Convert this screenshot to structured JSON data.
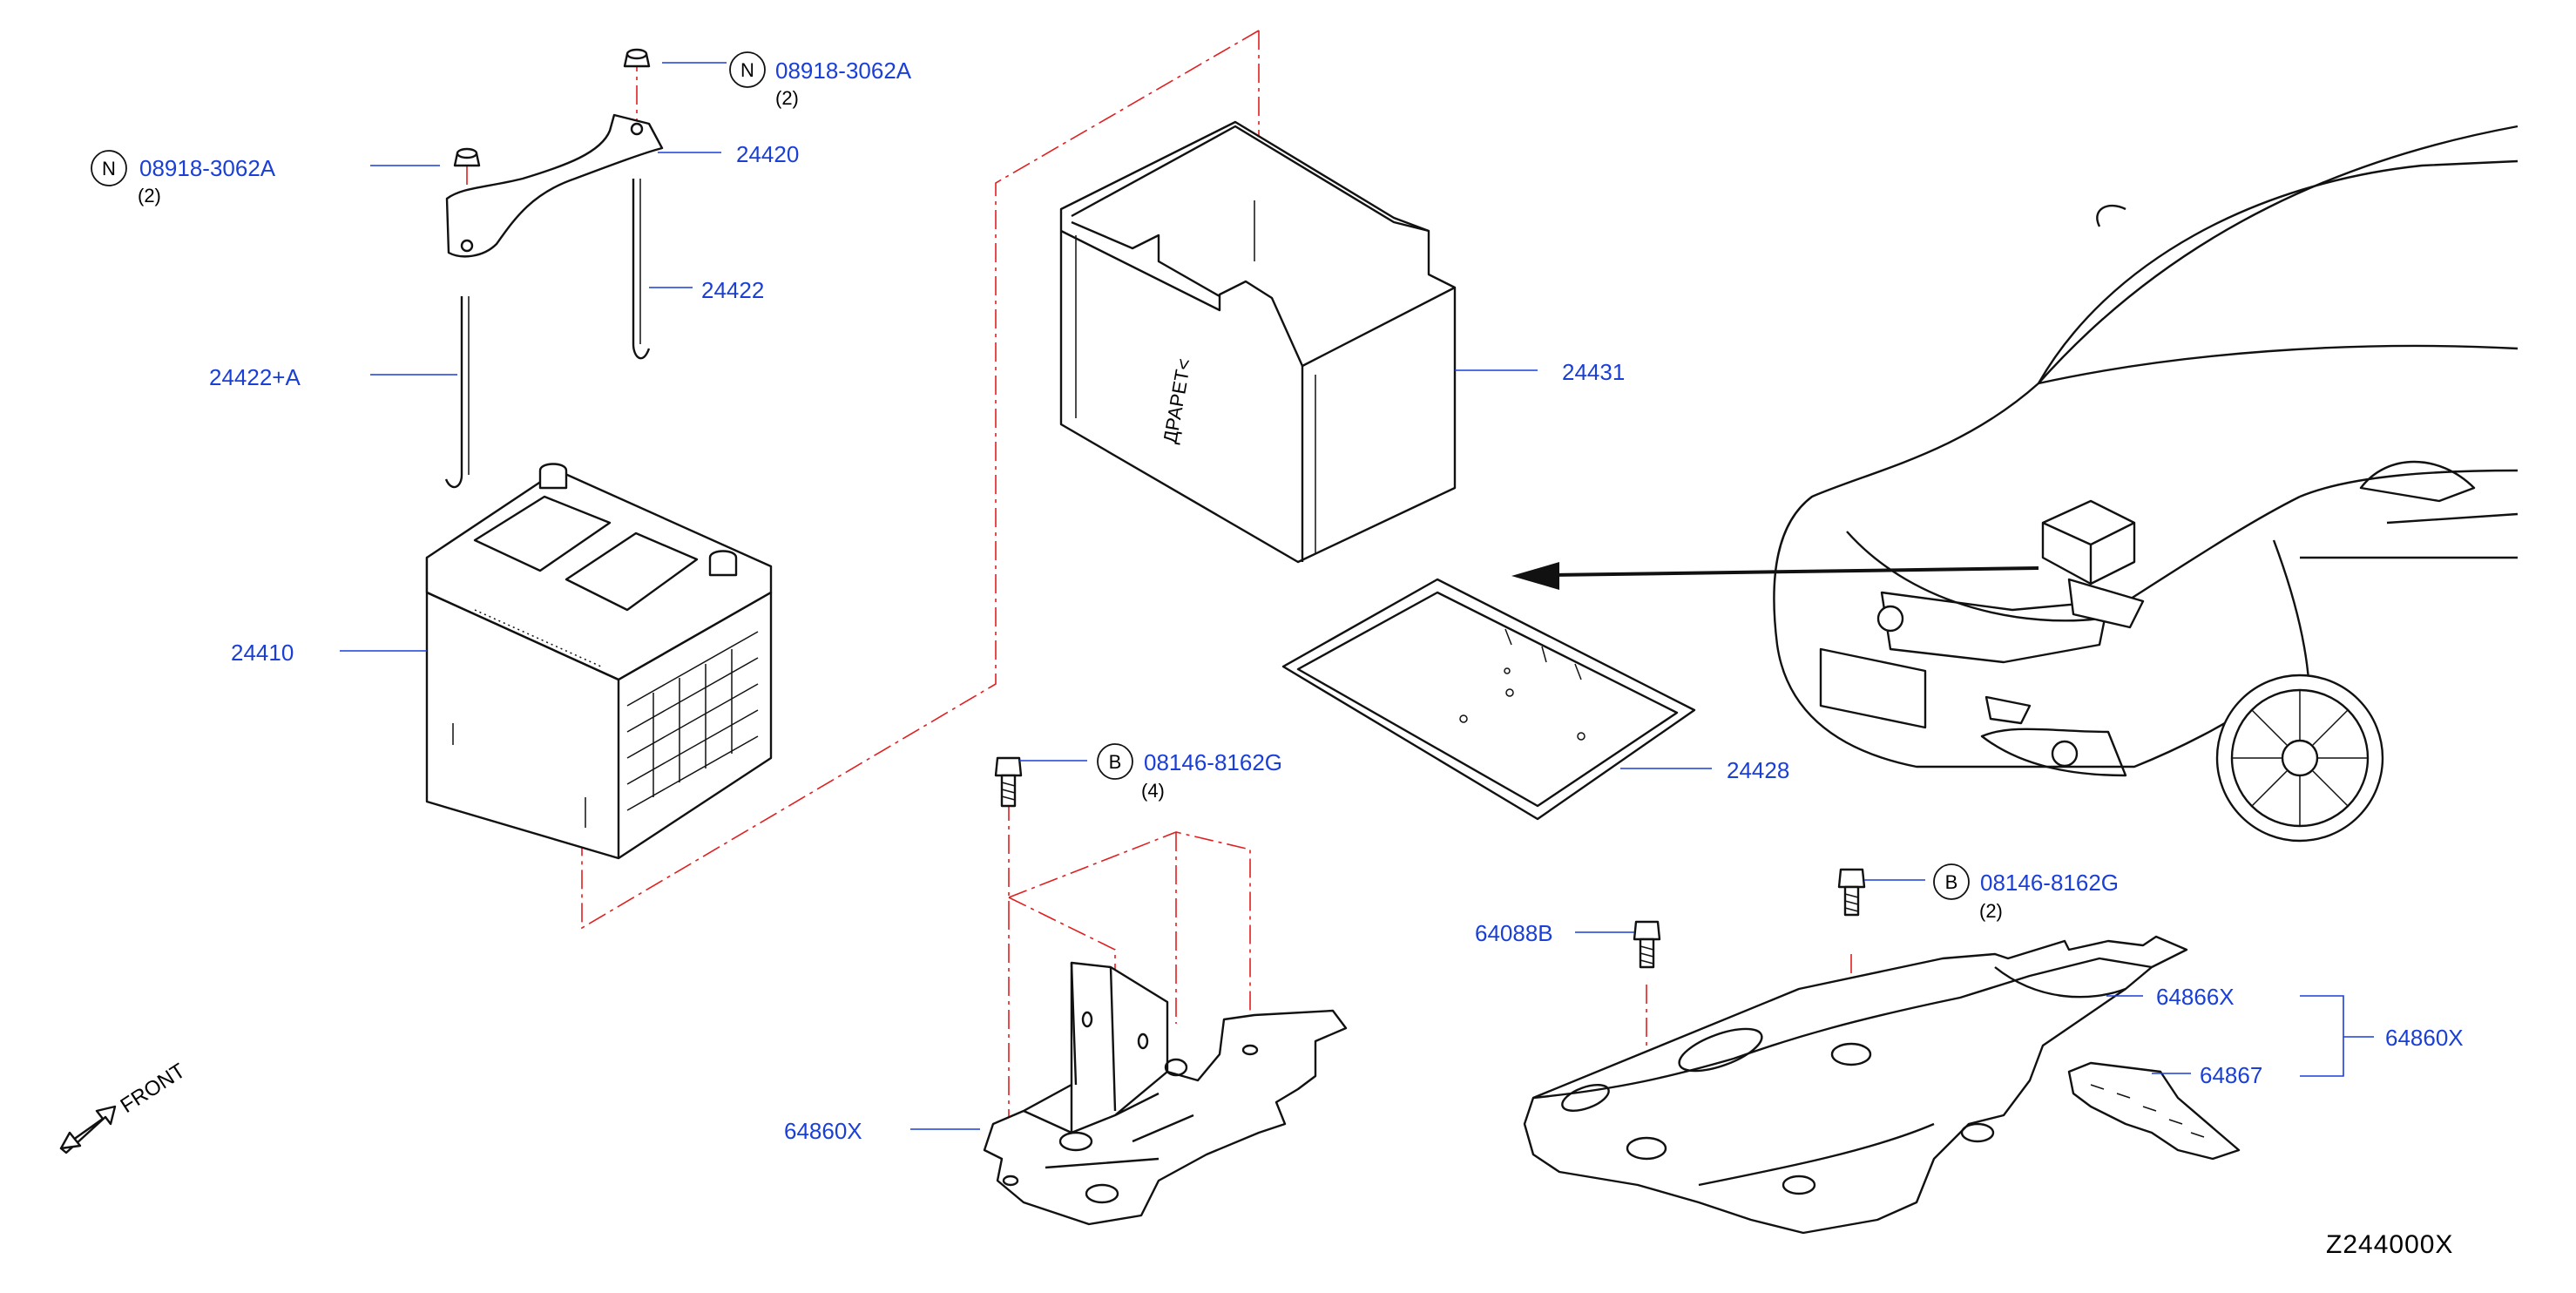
{
  "diagram_code": "Z244000X",
  "direction_label": "FRONT",
  "callouts": {
    "nut_top": {
      "symbol": "N",
      "part": "08918-3062A",
      "qty": "(2)"
    },
    "nut_left": {
      "symbol": "N",
      "part": "08918-3062A",
      "qty": "(2)"
    },
    "bracket": {
      "part": "24420"
    },
    "rod_right": {
      "part": "24422"
    },
    "rod_left": {
      "part": "24422+A"
    },
    "cover": {
      "part": "24431"
    },
    "battery": {
      "part": "24410"
    },
    "tray": {
      "part": "24428"
    },
    "bolt_center": {
      "symbol": "B",
      "part": "08146-8162G",
      "qty": "(4)"
    },
    "bolt_right": {
      "symbol": "B",
      "part": "08146-8162G",
      "qty": "(2)"
    },
    "bolt_small": {
      "part": "64088B"
    },
    "undercover": {
      "part": "64866X"
    },
    "support_right": {
      "part": "64860X"
    },
    "plate": {
      "part": "64867"
    },
    "support_center": {
      "part": "64860X"
    }
  }
}
